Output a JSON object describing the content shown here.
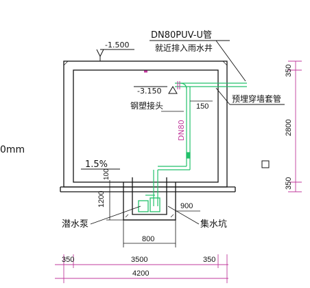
{
  "labels": {
    "pipe_spec": "DN80PUV-U管",
    "discharge_note": "就近排入雨水井",
    "ground_level": "-1.500",
    "floor_level": "-3.150",
    "steel_plastic_joint": "钢塑接头",
    "wall_sleeve": "预埋穿墙套管",
    "vertical_pipe": "DN80",
    "slope": "1.5%",
    "pit_depth": "1200",
    "pump": "潜水泵",
    "sump_pit": "集水坑",
    "partial_mm": "0mm",
    "pipe_offset": "150",
    "sump_width": "800",
    "pit_offset": "900",
    "pit_small": "100",
    "dim_top_h": "350",
    "dim_mid_h": "2800",
    "dim_bot_h": "350",
    "dim_left_w": "350",
    "dim_inner_w": "3500",
    "dim_right_w": "350",
    "dim_total_w": "4200"
  },
  "colors": {
    "structure": "#111111",
    "pipe": "#22c06a",
    "magenta": "#c0399c",
    "dimension": "#c0399c"
  }
}
